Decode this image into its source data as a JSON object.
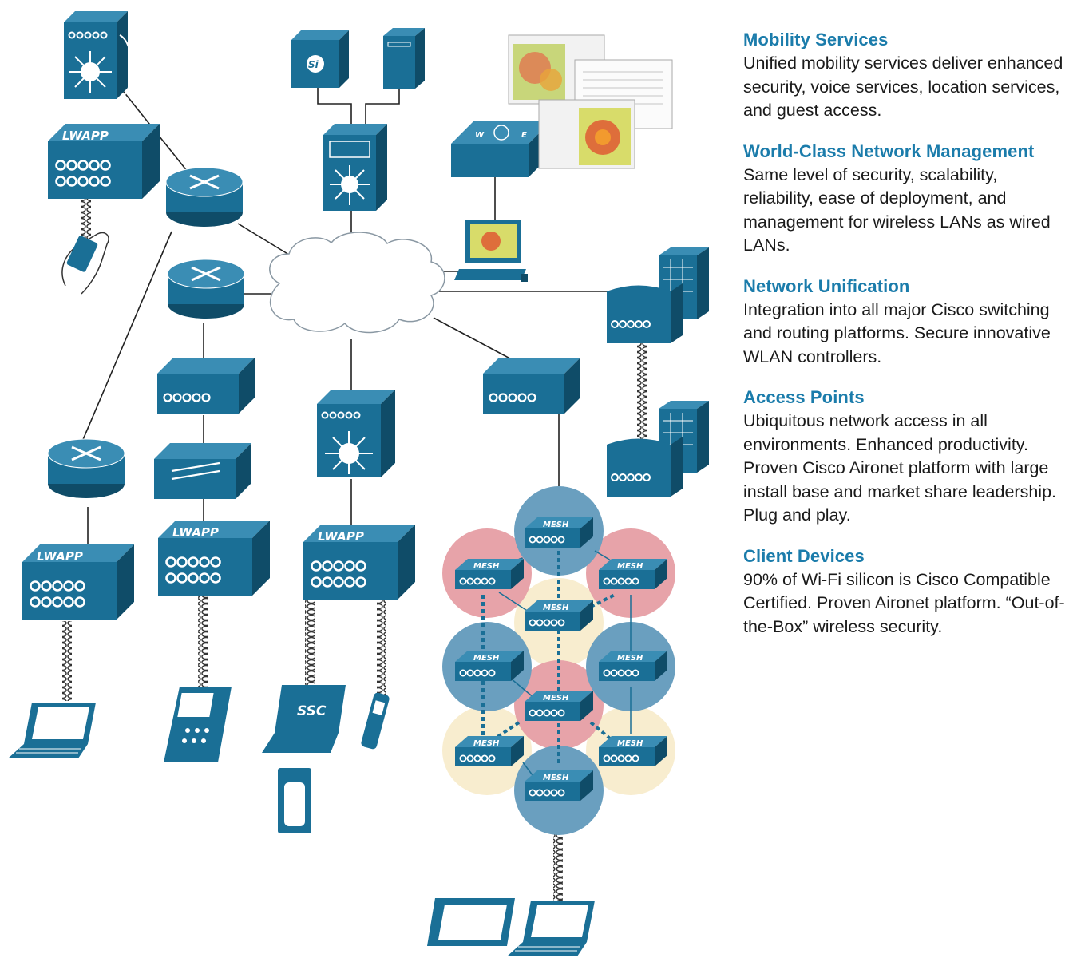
{
  "device_labels": {
    "lwapp": "LWAPP",
    "mesh": "MESH",
    "ssc": "SSC",
    "si": "Si",
    "compass_w": "W",
    "compass_e": "E"
  },
  "icons": {
    "access_point": "access-point-icon",
    "lwapp_controller": "lwapp-controller-icon",
    "router": "router-icon",
    "switch": "layer3-switch-icon",
    "cloud": "network-cloud-icon",
    "mesh": "mesh-access-point-icon",
    "laptop": "laptop-icon",
    "pda": "pda-icon",
    "phone": "wifi-phone-icon",
    "building": "branch-building-icon",
    "management_screens": "wcs-heatmap-screenshot-icon"
  },
  "colors": {
    "device_blue": "#1a6f96",
    "device_dark": "#0f4c68",
    "heading_blue": "#1b7cab",
    "mesh_blue": "#6a9fbf",
    "mesh_red": "#e7a3a9",
    "mesh_cream": "#f8edcf"
  },
  "legend": {
    "sections": [
      {
        "title": "Mobility Services",
        "body": "Unified mobility services deliver enhanced security, voice services, location services, and guest access."
      },
      {
        "title": "World-Class Network Management",
        "body": "Same level of security, scalability, reliability, ease of deployment, and management for wireless LANs as wired LANs."
      },
      {
        "title": "Network Unification",
        "body": "Integration into all major Cisco switching and routing platforms. Secure innovative WLAN controllers."
      },
      {
        "title": "Access Points",
        "body": "Ubiquitous network access in all environments. Enhanced productivity. Proven Cisco Aironet platform with large install base and market share leadership. Plug and play."
      },
      {
        "title": "Client Devices",
        "body": "90% of Wi-Fi silicon is Cisco Compatible Certified. Proven Aironet platform. “Out-of-the-Box” wireless security."
      }
    ]
  }
}
